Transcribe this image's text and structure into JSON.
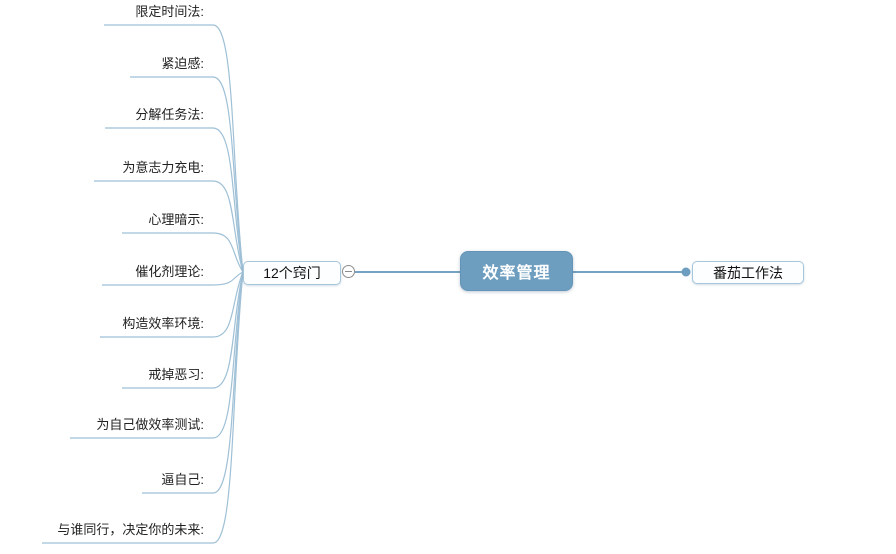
{
  "app": {
    "type": "mindmap-canvas",
    "background": "#ffffff"
  },
  "colors": {
    "center_node_fill": "#6d9ec0",
    "white_node_border": "#a6c6dc",
    "branch_line": "#9fc0d6",
    "main_line": "#76a3c3",
    "collapse_circle": "#8c8c8c",
    "leaf_text": "#222222"
  },
  "mindmap": {
    "root": {
      "label": "效率管理"
    },
    "right_child": {
      "label": "番茄工作法"
    },
    "left_child": {
      "label": "12个窍门",
      "collapse_state": "expanded",
      "collapse_glyph": "minus"
    },
    "leaves": [
      {
        "label": "限定时间法:"
      },
      {
        "label": "紧迫感:"
      },
      {
        "label": "分解任务法:"
      },
      {
        "label": "为意志力充电:"
      },
      {
        "label": "心理暗示:"
      },
      {
        "label": "催化剂理论:"
      },
      {
        "label": "构造效率环境:"
      },
      {
        "label": "戒掉恶习:"
      },
      {
        "label": "为自己做效率测试:"
      },
      {
        "label": "逼自己:"
      },
      {
        "label": "与谁同行，决定你的未来:"
      }
    ]
  }
}
